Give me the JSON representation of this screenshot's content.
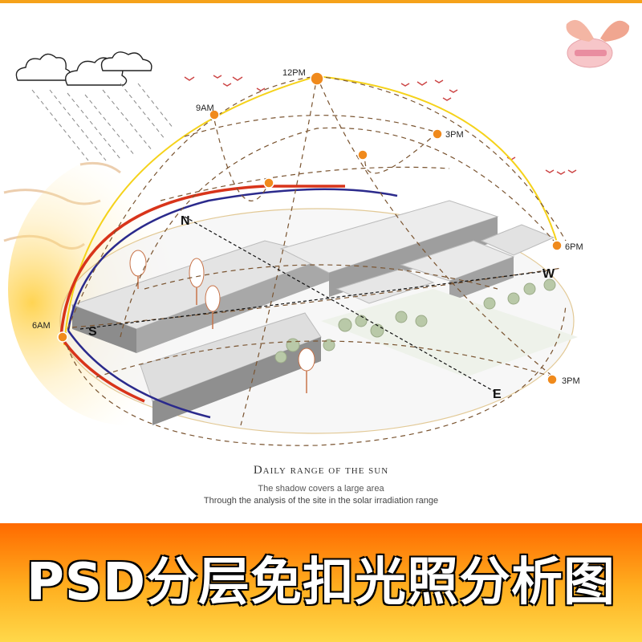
{
  "times": {
    "noon": "12PM",
    "nine_am": "9AM",
    "three_pm_upper": "3PM",
    "six_pm": "6PM",
    "six_am": "6AM",
    "three_pm_lower": "3PM"
  },
  "compass": {
    "north": "N",
    "south": "S",
    "east": "E",
    "west": "W"
  },
  "caption": {
    "title": "Daily range of the sun",
    "line1": "The shadow covers a large area",
    "line2": "Through the analysis of the site in the solar irradiation range"
  },
  "banner": {
    "text": "PSD分层免扣光照分析图"
  },
  "colors": {
    "sun_marker": "#f08a1c",
    "sun_path": "#f5d21a",
    "dashed_path": "#7a5430",
    "banner_top": "#ff6a00",
    "banner_bottom": "#ffd84a",
    "red_arc": "#d8341a",
    "blue_arc": "#2b2a8c"
  },
  "icons": [
    "cloud-icon",
    "rain-icon",
    "bird-icon",
    "butterfly-logo-icon"
  ]
}
